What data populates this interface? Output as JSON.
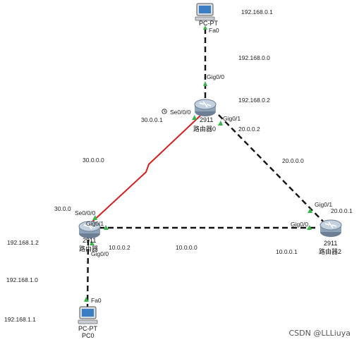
{
  "devices": {
    "pc_top": {
      "type": "PC-PT",
      "name": "PC-PT"
    },
    "router0": {
      "model": "2911",
      "name": "路由器0"
    },
    "router_left": {
      "model": "2911",
      "name": "路由器"
    },
    "router2": {
      "model": "2911",
      "name": "路由器2"
    },
    "pc0": {
      "type": "PC-PT",
      "name": "PC0"
    }
  },
  "ports": {
    "pc_top_fa0": "Fa0",
    "r0_gig00": "Gig0/0",
    "r0_se000": "Se0/0/0",
    "r0_gig01": "Gig0/1",
    "rl_se000": "Se0/0/0",
    "rl_gig01": "Gig0/1",
    "rl_gig00": "Gig0/0",
    "r2_gig01": "Gig0/1",
    "r2_gig00": "Gig0/0",
    "pc0_fa0": "Fa0"
  },
  "addresses": {
    "pc_top_ip": "192.168.0.1",
    "top_net": "192.168.0.0",
    "r0_gig00_ip": "192.168.0.2",
    "r0_se_ip": "30.0.0.1",
    "r0_gig01_ip": "20.0.0.2",
    "serial_net": "30.0.0.0",
    "right_net": "20.0.0.0",
    "r2_gig01_ip": "20.0.0.1",
    "rl_se_ip": "30.0.0",
    "rl_gig01_ip": "10.0.0.2",
    "bottom_net": "10.0.0.0",
    "r2_gig00_ip": "10.0.0.1",
    "rl_gig00_ip": "192.168.1.2",
    "left_lan_net": "192.168.1.0",
    "pc0_ip": "192.168.1.1"
  },
  "watermark": "CSDN @LLLiuya",
  "colors": {
    "ethernet_link": "#111111",
    "serial_link": "#d42020",
    "port_up": "#3ab54a",
    "router_body": "#8fa3b8",
    "pc_screen": "#3a7fc1"
  },
  "icons": {
    "router": "router-icon",
    "pc": "pc-icon",
    "clock": "clock-icon"
  }
}
